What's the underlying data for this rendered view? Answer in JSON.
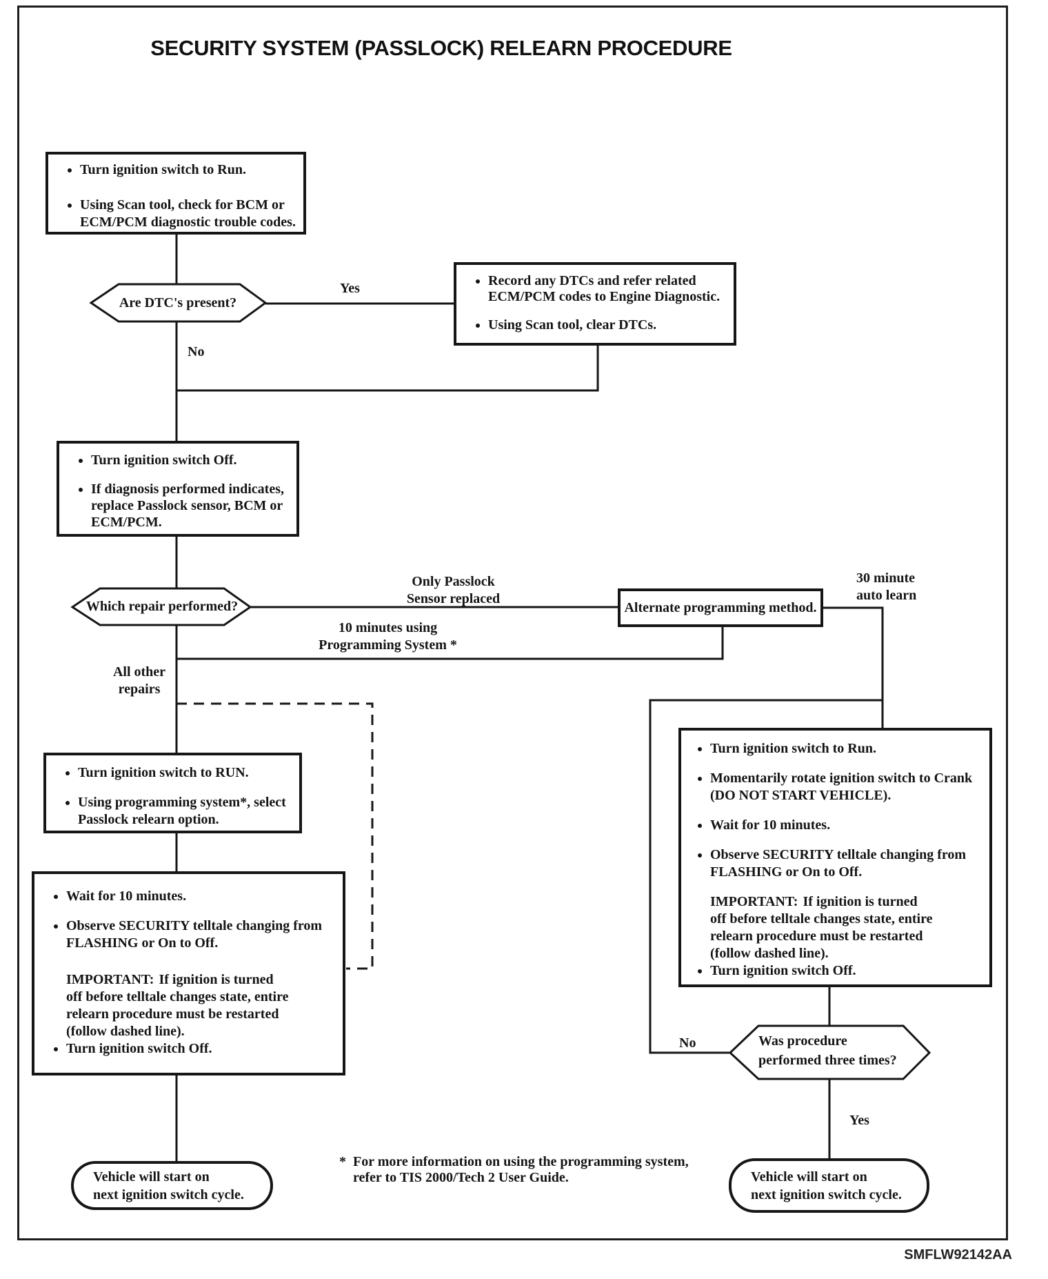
{
  "title": "SECURITY SYSTEM (PASSLOCK) RELEARN PROCEDURE",
  "doc_code": "SMFLW92142AA",
  "boxes": {
    "check_codes": {
      "items": [
        "Turn ignition switch to Run.",
        "Using Scan tool, check for BCM or\nECM/PCM diagnostic trouble codes."
      ]
    },
    "record_dtcs": {
      "items": [
        "Record any DTCs and refer related\nECM/PCM codes to Engine Diagnostic.",
        "Using Scan tool, clear DTCs."
      ]
    },
    "switch_off": {
      "items": [
        "Turn ignition switch Off.",
        "If diagnosis performed indicates,\nreplace Passlock sensor, BCM or\nECM/PCM."
      ]
    },
    "alternate": {
      "label": "Alternate programming method."
    },
    "select_relearn": {
      "items": [
        "Turn ignition switch to RUN.",
        "Using programming system*, select\nPasslock relearn option."
      ]
    },
    "wait_observe_left": {
      "items_before": [
        "Wait for 10 minutes.",
        "Observe SECURITY telltale changing from\nFLASHING or On to Off."
      ],
      "important_label": "IMPORTANT:",
      "important_body": "If ignition is turned\noff before telltale changes state, entire\nrelearn procedure must be restarted\n(follow dashed line).",
      "items_after": [
        "Turn ignition switch Off."
      ]
    },
    "run_crank_right": {
      "items_before": [
        "Turn ignition switch to Run.",
        "Momentarily rotate ignition switch to Crank\n(DO NOT START VEHICLE).",
        "Wait for 10 minutes.",
        "Observe SECURITY telltale changing from\nFLASHING or On to Off."
      ],
      "important_label": "IMPORTANT:",
      "important_body": "If ignition is turned\noff before telltale changes state, entire\nrelearn procedure must be restarted\n(follow dashed line).",
      "items_after": [
        "Turn ignition switch Off."
      ]
    }
  },
  "decisions": {
    "dtcs_present": {
      "question": "Are DTC's present?"
    },
    "which_repair": {
      "question": "Which repair performed?"
    },
    "three_times": {
      "question": "Was procedure\nperformed three times?"
    }
  },
  "labels": {
    "yes1": "Yes",
    "no1": "No",
    "only_passlock": "Only Passlock\nSensor replaced",
    "ten_minutes": "10 minutes using\nProgramming System *",
    "all_other": "All other\nrepairs",
    "thirty_minute": "30 minute\nauto learn",
    "no2": "No",
    "yes2": "Yes"
  },
  "terminals": {
    "left": "Vehicle will start on\nnext ignition switch cycle.",
    "right": "Vehicle will start on\nnext ignition switch cycle."
  },
  "footnote": {
    "marker": "*",
    "text": "For more information on using the programming system,\nrefer to TIS 2000/Tech 2 User Guide."
  }
}
